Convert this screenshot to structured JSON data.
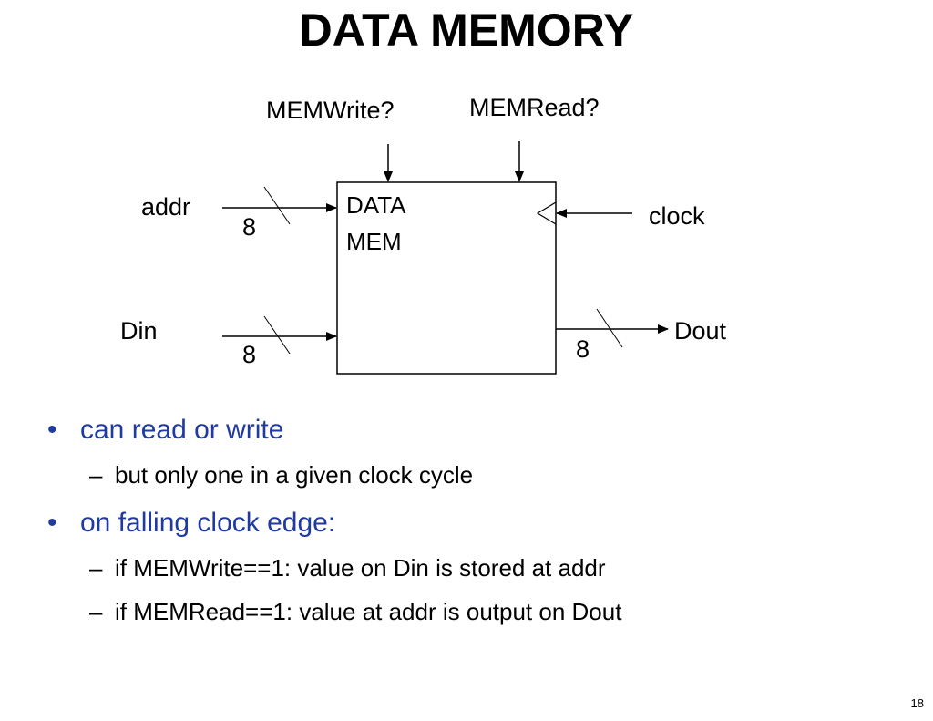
{
  "slide": {
    "title": "DATA MEMORY",
    "page_number": "18"
  },
  "diagram": {
    "block_line1": "DATA",
    "block_line2": "MEM",
    "memwrite_label": "MEMWrite?",
    "memread_label": "MEMRead?",
    "addr_label": "addr",
    "addr_width": "8",
    "din_label": "Din",
    "din_width": "8",
    "clock_label": "clock",
    "dout_label": "Dout",
    "dout_width": "8"
  },
  "bullets": {
    "b1": "can read or write",
    "b1_sub1": "but only one in a given clock cycle",
    "b2": "on falling clock edge:",
    "b2_sub1": "if MEMWrite==1: value on Din is stored at addr",
    "b2_sub2": "if MEMRead==1: value at addr is output on Dout",
    "bullet_color": "#1f3aa0"
  }
}
